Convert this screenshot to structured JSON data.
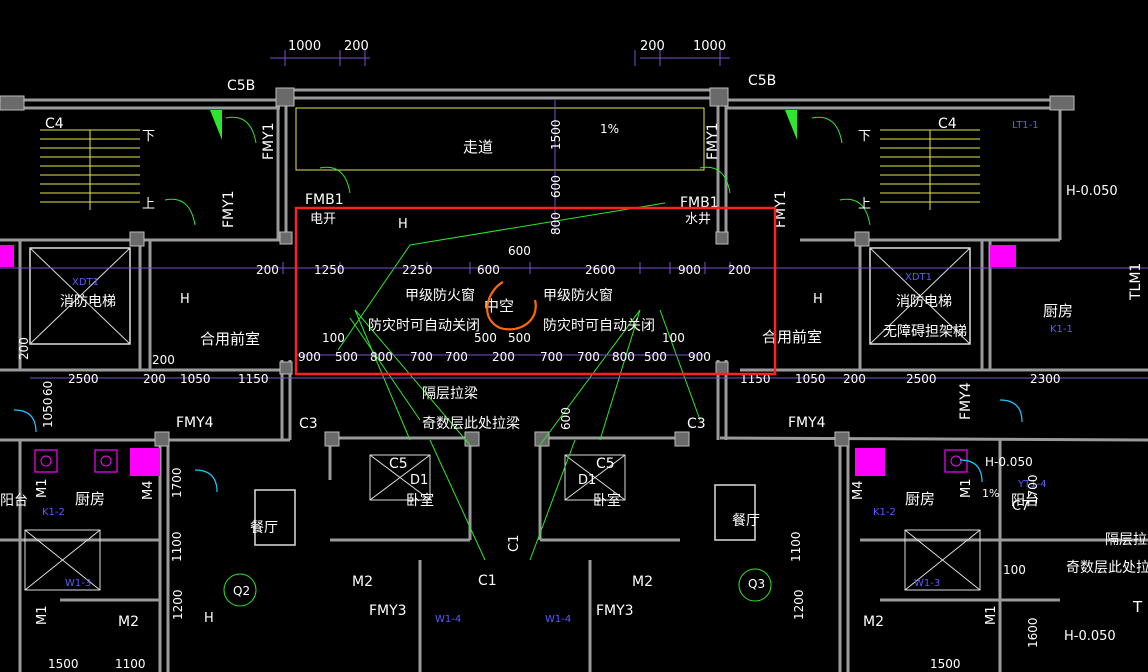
{
  "colors": {
    "background": "#000000",
    "wall": "#9a9a9a",
    "dimension": "#ffffff",
    "dim_line": "#7b4fd0",
    "annotation": "#ffffff",
    "stair_yellow": "#e6e64a",
    "leader_green": "#2ee62e",
    "red_box": "#ff2020",
    "orange_mark": "#ff6a00",
    "magenta": "#ff00ff",
    "door_cyan": "#1ec8ff",
    "blue_tag": "#5a5aff"
  },
  "top_dims": {
    "left_1000": "1000",
    "left_200": "200",
    "right_200": "200",
    "right_1000": "1000"
  },
  "labels": {
    "c5b_left": "C5B",
    "c5b_right": "C5B",
    "c4_left": "C4",
    "c4_right": "C4",
    "corridor": "走道",
    "slope": "1%",
    "dim_1500": "1500",
    "dim_600v": "600",
    "dim_800v": "800",
    "fmy1_a": "FMY1",
    "fmy1_b": "FMY1",
    "fmy1_c": "FMY1",
    "fmy1_d": "FMY1",
    "fmb1_left": "FMB1",
    "elec_shaft": "电开",
    "fmb1_right": "FMB1",
    "water_shaft": "水井",
    "down_left": "下",
    "up_left": "上",
    "down_right": "下",
    "up_right": "上",
    "lt": "LT1-1",
    "h0050_top": "H-0.050",
    "h_corr": "H",
    "h_left": "H",
    "h_right": "H",
    "dim_600_top": "600",
    "dim_200_l": "200",
    "dim_1250": "1250",
    "dim_2250": "2250",
    "dim_600_m": "600",
    "dim_2600": "2600",
    "dim_900_r": "900",
    "dim_200_r": "200",
    "fire_window_l": "甲级防火窗",
    "fire_window_r": "甲级防火窗",
    "auto_close_l": "防灾时可自动关闭",
    "auto_close_r": "防灾时可自动关闭",
    "atrium": "中空",
    "xdt_left": "XDT1",
    "xdt_right": "XDT1",
    "fire_elev_l": "消防电梯",
    "fire_elev_r": "消防电梯",
    "barrier_free": "无障碍担架梯",
    "shared_vest_l": "合用前室",
    "shared_vest_r": "合用前室",
    "kitchen_r_top": "厨房",
    "k11": "K1-1",
    "tlm1": "TLM1",
    "dim_200_side": "200",
    "dim_100_l": "100",
    "dim_100_r": "100",
    "dim_500_a": "500",
    "dim_500_b": "500",
    "row2": [
      "900",
      "500",
      "800",
      "700",
      "700",
      "200",
      "700",
      "700",
      "800",
      "500",
      "900"
    ],
    "row2_left_extra": "200",
    "dim_2500_l": "2500",
    "dim_200_a": "200",
    "dim_1050_a": "1050",
    "dim_1150_a": "1150",
    "dim_1150_b": "1150",
    "dim_1050_b": "1050",
    "dim_200_b": "200",
    "dim_2500_r": "2500",
    "dim_2300": "2300",
    "dim_1050_v": "1050",
    "dim_60": "60",
    "beam": "隔层拉梁",
    "beam_odd": "奇数层此处拉梁",
    "beam_r": "隔层拉梁",
    "beam_odd_r": "奇数层此处拉",
    "fmy4_l": "FMY4",
    "fmy4_r": "FMY4",
    "fmy4_v": "FMY4",
    "c3_l": "C3",
    "c3_r": "C3",
    "dim_600_low": "600",
    "c5_l": "C5",
    "c5_r": "C5",
    "d1_l": "D1",
    "d1_r": "D1",
    "bedroom_l": "卧室",
    "bedroom_r": "卧室",
    "dining_l": "餐厅",
    "dining_r": "餐厅",
    "kitchen_l": "厨房",
    "kitchen_r": "厨房",
    "m1_l": "M1",
    "m1_r": "M1",
    "m4_l": "M4",
    "m4_r": "M4",
    "k12_l": "K1-2",
    "k12_r": "K1-2",
    "balcony_l": "阳台",
    "balcony_r": "阳台",
    "c7": "C7",
    "yt14": "YT1-4",
    "slope_r": "1%",
    "h0050_mid": "H-0.050",
    "dim_1700_l": "1700",
    "dim_1100_l": "1100",
    "dim_1700_r": "1700",
    "dim_1100_r": "1100",
    "w13_l": "W1-3",
    "w13_r": "W1-3",
    "c1_l": "C1",
    "c1_r": "C1",
    "m2_a": "M2",
    "m2_b": "M2",
    "m2_c": "M2",
    "m2_d": "M2",
    "q2": "Q2",
    "q3": "Q3",
    "fmy3_l": "FMY3",
    "fmy3_r": "FMY3",
    "w14_l": "W1-4",
    "w14_r": "W1-4",
    "m1_low_l": "M1",
    "m1_low_r": "M1",
    "h_bot": "H",
    "dim_1500_bl": "1500",
    "dim_1100_bl": "1100",
    "dim_1500_br": "1500",
    "dim_1600": "1600",
    "h0050_bot": "H-0.050",
    "dim_100_low": "100",
    "dim_1200_l": "1200",
    "dim_1200_r": "1200",
    "t_right": "T"
  }
}
